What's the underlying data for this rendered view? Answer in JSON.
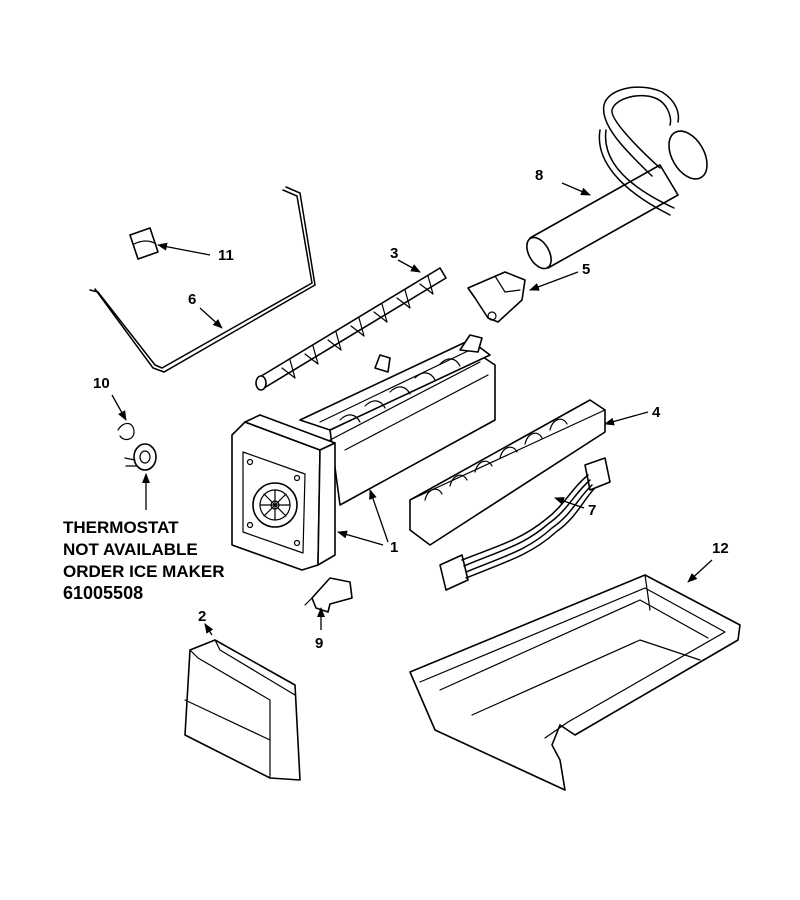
{
  "diagram": {
    "callouts": {
      "c1": "1",
      "c2": "2",
      "c3": "3",
      "c4": "4",
      "c5": "5",
      "c6": "6",
      "c7": "7",
      "c8": "8",
      "c9": "9",
      "c10": "10",
      "c11": "11",
      "c12": "12"
    },
    "note": {
      "line1": "THERMOSTAT",
      "line2": "NOT AVAILABLE",
      "line3": "ORDER ICE MAKER",
      "line4": "61005508"
    }
  }
}
